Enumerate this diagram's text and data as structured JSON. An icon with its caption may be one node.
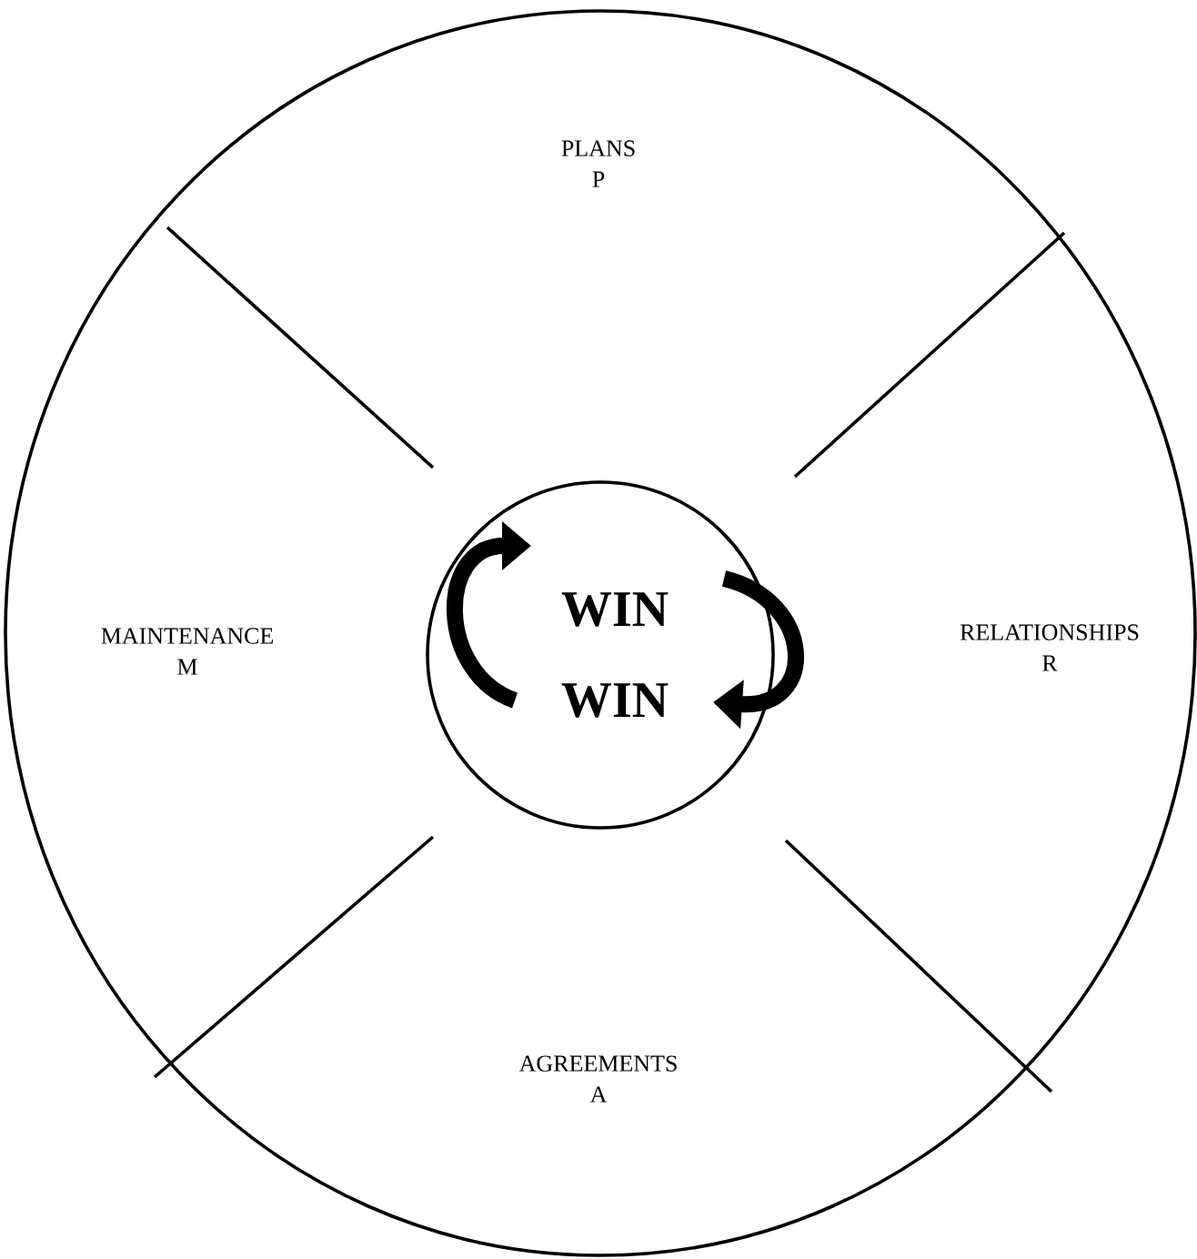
{
  "diagram": {
    "nodes": [
      {
        "text": [
          "PLANS",
          "P"
        ]
      },
      {
        "text": [
          "MAINTENANCE",
          "M"
        ]
      },
      {
        "text": [
          "WIN",
          "WIN"
        ]
      },
      {
        "text": [
          "RELATIONSHIPS",
          "R"
        ]
      },
      {
        "text": [
          "AGREEMENTS",
          "A"
        ]
      }
    ]
  }
}
